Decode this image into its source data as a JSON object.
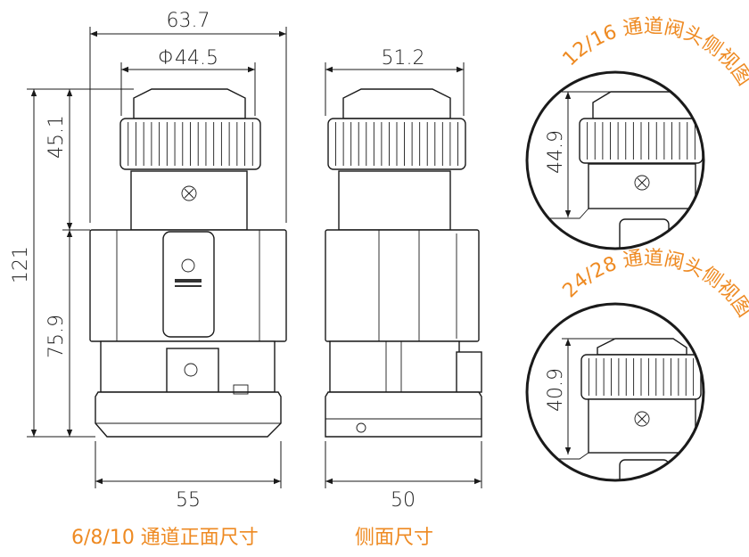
{
  "colors": {
    "accent": "#ee8a22",
    "line": "#1a1a1a"
  },
  "front_view": {
    "caption": "6/8/10 通道正面尺寸",
    "dims": {
      "overall_width": "63.7",
      "cap_diameter": "Φ44.5",
      "total_height": "121",
      "upper_height": "45.1",
      "lower_height": "75.9",
      "base_width": "55"
    }
  },
  "side_view": {
    "caption": "侧面尺寸",
    "dims": {
      "width": "51.2",
      "base_width": "50"
    }
  },
  "detail_12_16": {
    "caption": "12/16 通道阀头侧视图",
    "height": "44.9"
  },
  "detail_24_28": {
    "caption": "24/28 通道阀头侧视图",
    "height": "40.9"
  }
}
